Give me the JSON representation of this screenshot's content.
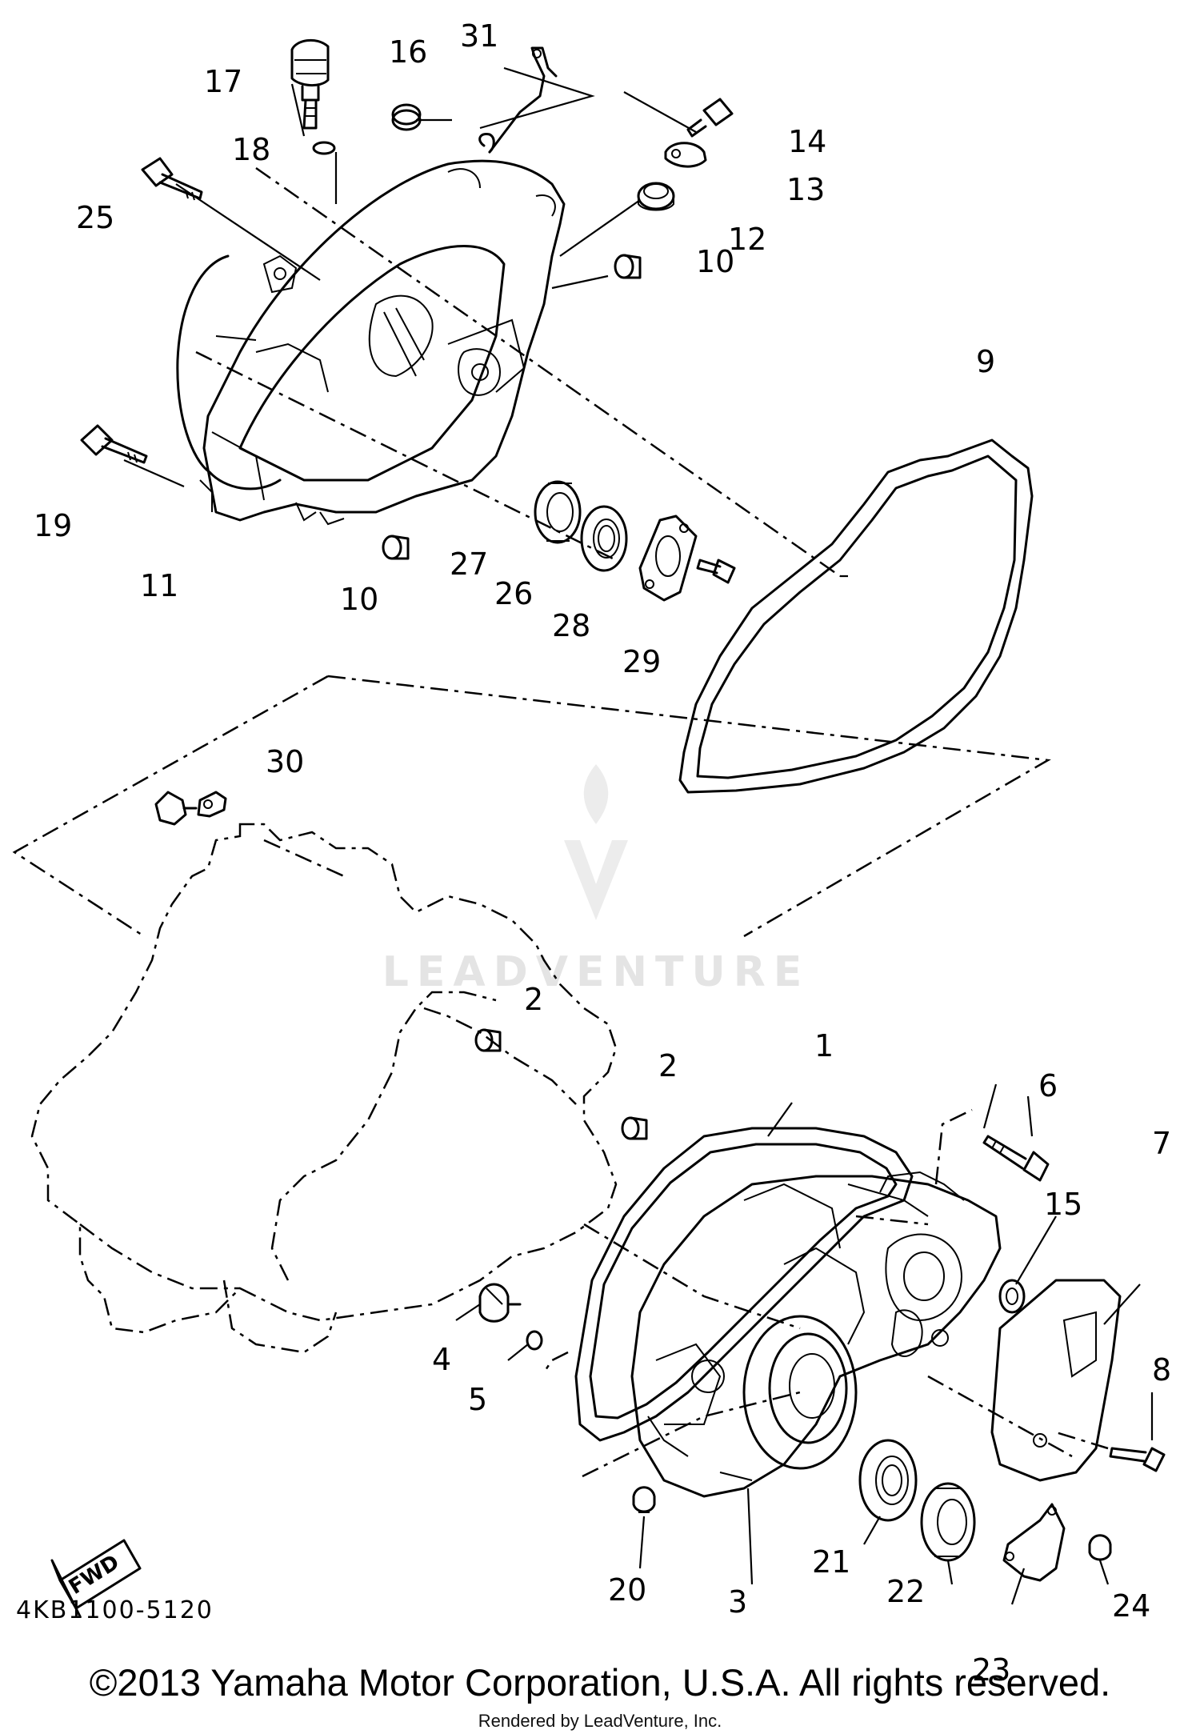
{
  "diagram": {
    "part_numbers": [
      "1",
      "2",
      "2",
      "3",
      "4",
      "5",
      "6",
      "7",
      "8",
      "9",
      "10",
      "10",
      "11",
      "12",
      "13",
      "14",
      "15",
      "16",
      "17",
      "18",
      "19",
      "20",
      "21",
      "22",
      "23",
      "24",
      "25",
      "26",
      "27",
      "28",
      "29",
      "30",
      "31"
    ],
    "catalog_code": "4KB1100-5120",
    "fwd_badge": "FWD",
    "watermark": "LEADVENTURE"
  },
  "footer": {
    "copyright": "©2013 Yamaha Motor Corporation, U.S.A. All rights reserved.",
    "rendered_by": "Rendered by LeadVenture, Inc."
  }
}
